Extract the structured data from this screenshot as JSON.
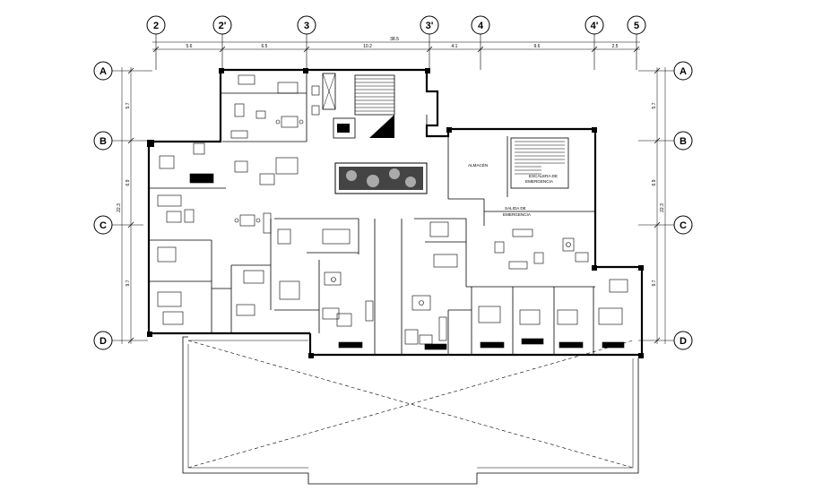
{
  "plan": {
    "column_axes": [
      "2",
      "2'",
      "3",
      "3'",
      "4",
      "4'",
      "5"
    ],
    "row_axes": [
      "A",
      "B",
      "C",
      "D"
    ],
    "top_dimensions": [
      "5.6",
      "6.5",
      "10.2",
      "4.1",
      "9.6",
      "2.5"
    ],
    "overall_top_dimension": "38.5",
    "left_dimensions": [
      "5.7",
      "6.9",
      "9.7"
    ],
    "left_total_dimension": "22.3",
    "right_dimensions": [
      "5.7",
      "6.9",
      "9.7"
    ],
    "right_total_dimension": "22.3",
    "room_labels": {
      "storage": "ALMACÉN",
      "stair_line1": "ESCALERA DE",
      "stair_line2": "EMERGENCIA",
      "exit_line1": "SALIDA DE",
      "exit_line2": "EMERGENCIA"
    }
  }
}
